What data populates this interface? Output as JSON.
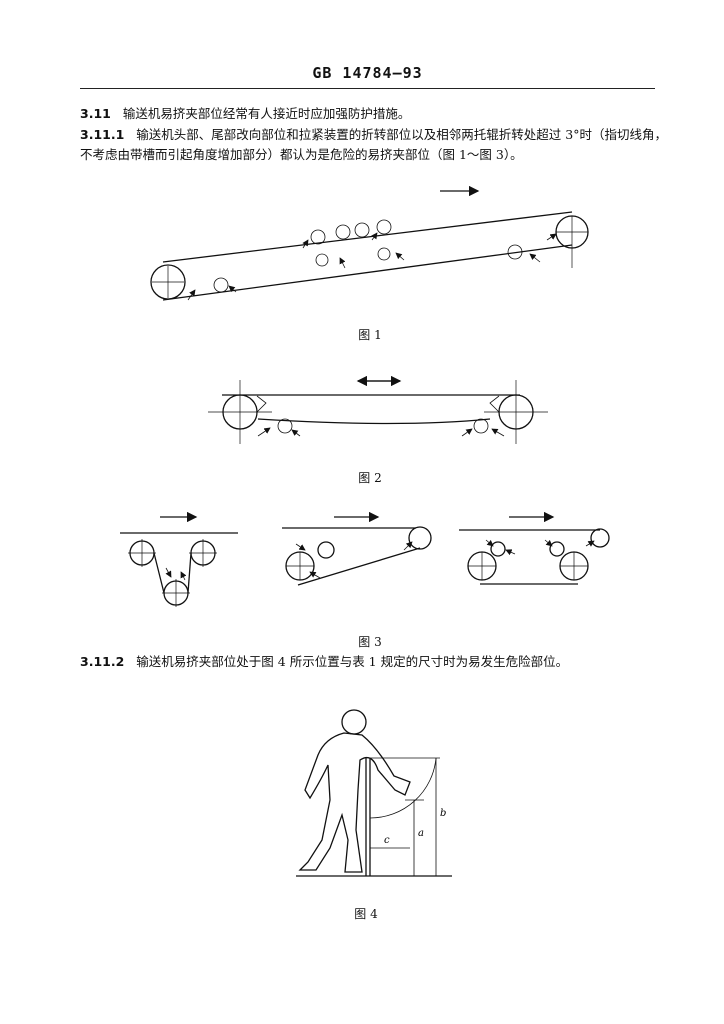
{
  "header": {
    "doc_code": "GB 14784—93"
  },
  "sections": [
    {
      "number": "3.11",
      "text": "输送机易挤夹部位经常有人接近时应加强防护措施。"
    },
    {
      "number": "3.11.1",
      "text": "输送机头部、尾部改向部位和拉紧装置的折转部位以及相邻两托辊折转处超过 3°时（指切线角，不考虑由带槽而引起角度增加部分）都认为是危险的易挤夹部位（图 1～图 3）。"
    },
    {
      "number": "3.11.2",
      "text": "输送机易挤夹部位处于图 4 所示位置与表 1 规定的尺寸时为易发生危险部位。"
    }
  ],
  "figures": [
    {
      "id": "fig1",
      "caption": "图 1"
    },
    {
      "id": "fig2",
      "caption": "图 2"
    },
    {
      "id": "fig3",
      "caption": "图 3"
    },
    {
      "id": "fig4",
      "caption": "图 4",
      "dimension_labels": [
        "a",
        "b",
        "c"
      ]
    }
  ]
}
